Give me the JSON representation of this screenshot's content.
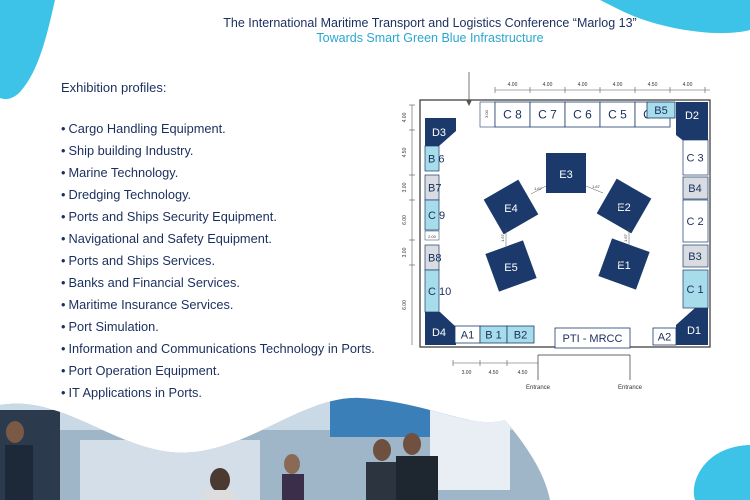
{
  "header": {
    "title": "The International Maritime Transport and Logistics Conference “Marlog 13”",
    "subtitle": "Towards Smart Green Blue Infrastructure"
  },
  "profiles": {
    "heading": "Exhibition profiles:",
    "items": [
      "Cargo Handling Equipment.",
      "Ship building Industry.",
      "Marine Technology.",
      "Dredging Technology.",
      "Ports and Ships Security Equipment.",
      "Navigational and Safety Equipment.",
      "Ports and Ships Services.",
      "Banks and Financial Services.",
      "Maritime Insurance Services.",
      "Port Simulation.",
      "Information and Communications Technology in Ports.",
      "Port Operation Equipment.",
      "IT Applications in Ports."
    ]
  },
  "floorplan": {
    "top_dims": [
      "4.00",
      "4.00",
      "4.00",
      "4.00",
      "4.50",
      "4.00"
    ],
    "left_dims": [
      "4.00",
      "4.50",
      "3.00",
      "6.00",
      "3.00",
      "6.00"
    ],
    "bottom_dims": [
      "3.00",
      "4.50",
      "4.50"
    ],
    "small_dims": [
      "3.00",
      "2.00",
      "1.67",
      "1.67",
      "1.67",
      "1.67",
      "5.00",
      "5.00",
      "3.00"
    ],
    "entrance_label": "Entrance",
    "booths": {
      "top": [
        "C 8",
        "C 7",
        "C 6",
        "C 5",
        "C 4"
      ],
      "b5": "B5",
      "d2": "D2",
      "d3": "D3",
      "d4": "D4",
      "d1": "D1",
      "left": [
        "B 6",
        "B7",
        "C 9",
        "B8",
        "C 10"
      ],
      "right": [
        "C 3",
        "B4",
        "C 2",
        "B3",
        "C 1"
      ],
      "bottom": [
        "A1",
        "B 1",
        "B2"
      ],
      "pti": "PTI   -  MRCC",
      "a2": "A2",
      "center": [
        "E3",
        "E4",
        "E2",
        "E5",
        "E1"
      ]
    }
  },
  "colors": {
    "navy": "#1b3a6b",
    "accent": "#2aa7cf",
    "light_booth": "#a7dcea",
    "grey_booth": "#d9dde2"
  }
}
